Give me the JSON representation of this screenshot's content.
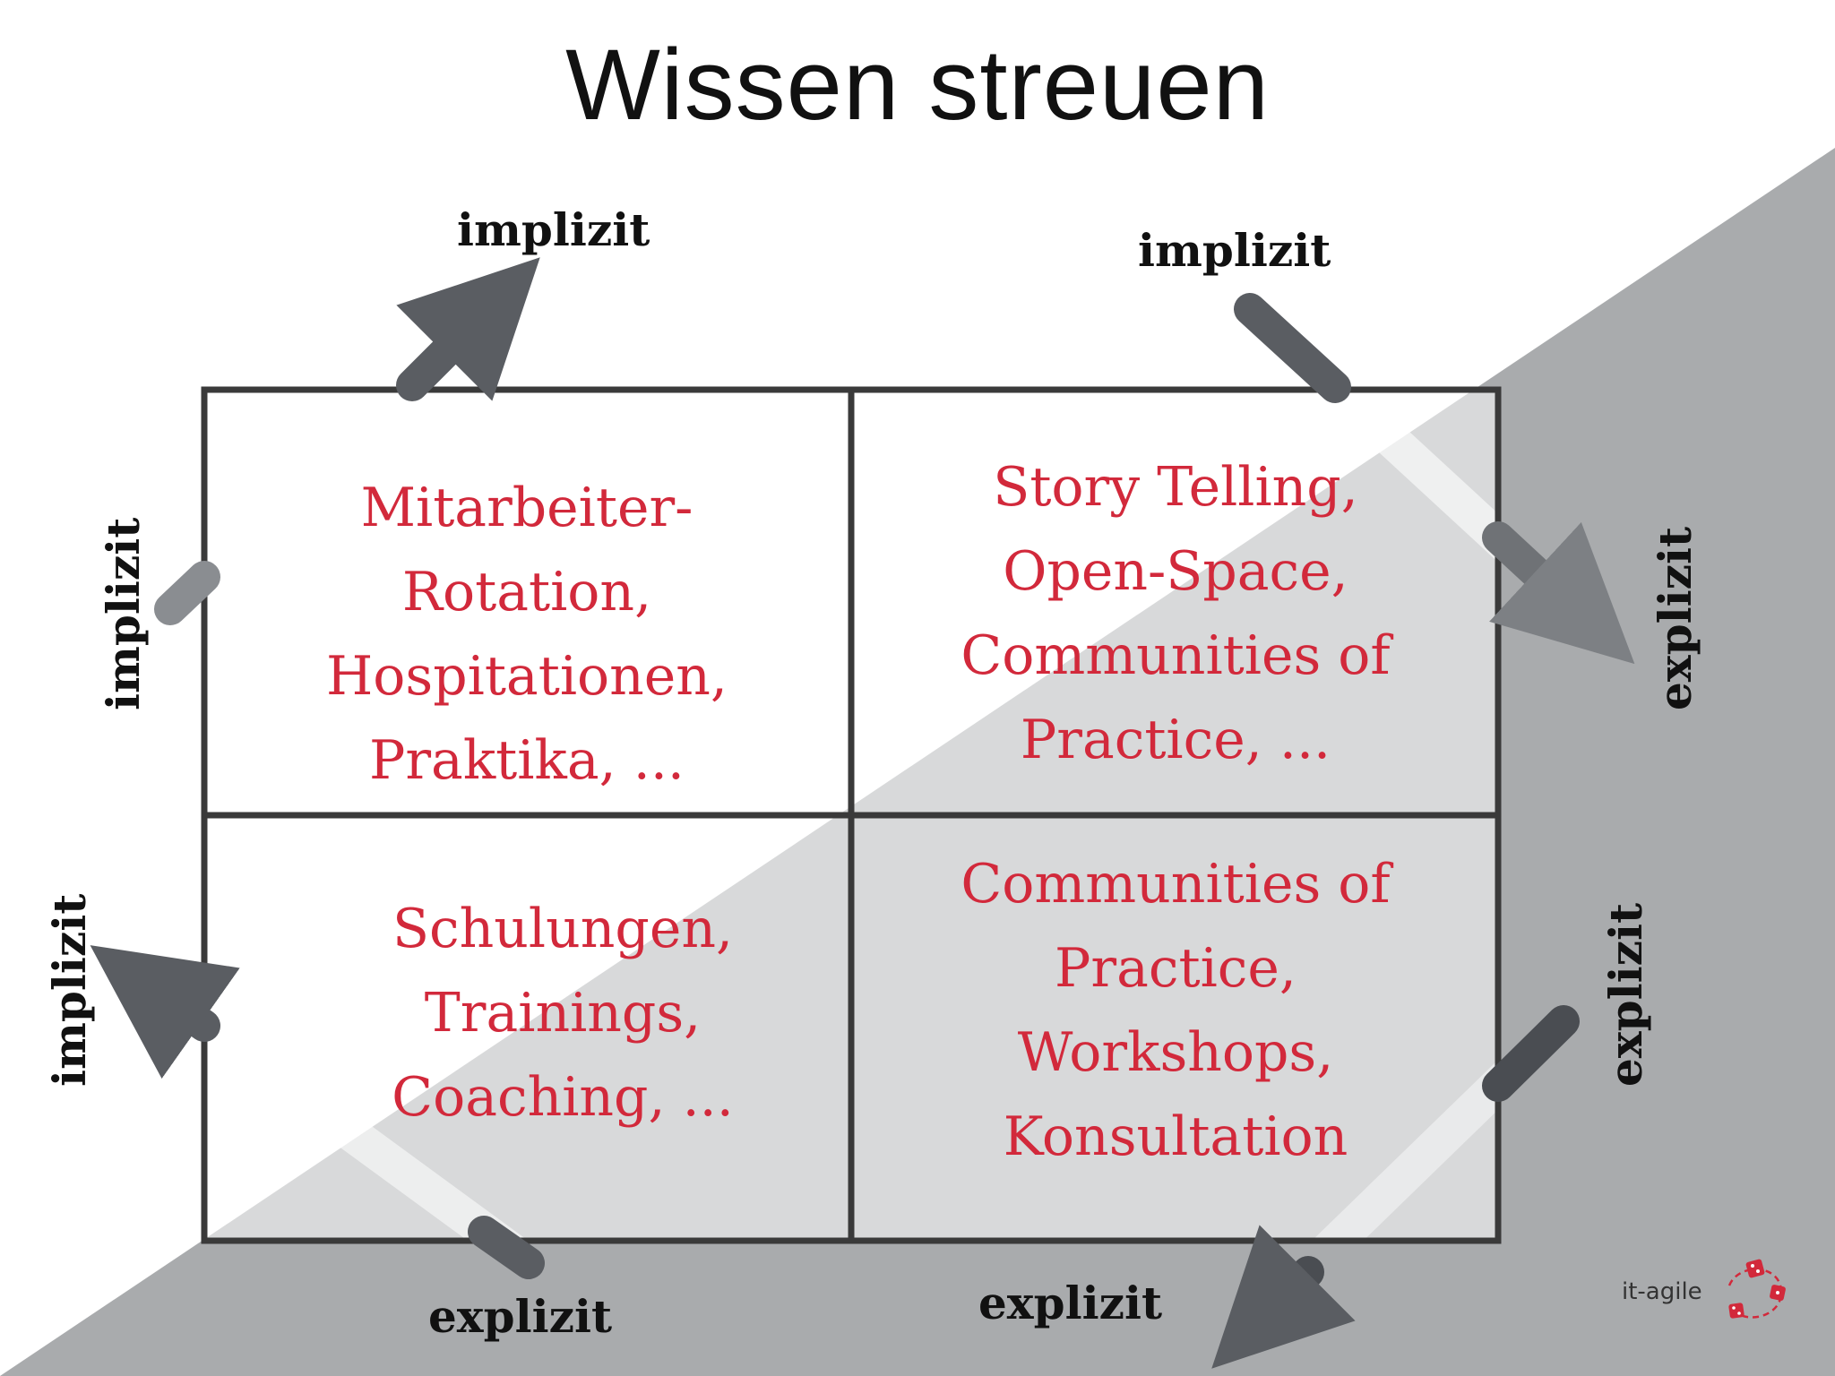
{
  "title": "Wissen streuen",
  "quadrants": {
    "top_left": [
      "Mitarbeiter-",
      "Rotation,",
      "Hospitationen,",
      "Praktika, ..."
    ],
    "top_right": [
      "Story Telling,",
      "Open-Space,",
      "Communities of",
      "Practice, ..."
    ],
    "bottom_left": [
      "Schulungen,",
      "Trainings,",
      "Coaching, ..."
    ],
    "bottom_right": [
      "Communities of",
      "Practice,",
      "Workshops,",
      "Konsultation"
    ]
  },
  "labels": {
    "top_left_top": "implizit",
    "top_right_top": "implizit",
    "left_upper": "implizit",
    "left_lower": "implizit",
    "right_upper": "explizit",
    "right_lower": "explizit",
    "bottom_left": "explizit",
    "bottom_right": "explizit"
  },
  "logo": {
    "text": "it-agile"
  },
  "colors": {
    "accent_text": "#d2293b",
    "arrow_dark": "#5a5d62",
    "triangle_gray": "#a9abad",
    "grid_line": "#3a3a3a"
  }
}
